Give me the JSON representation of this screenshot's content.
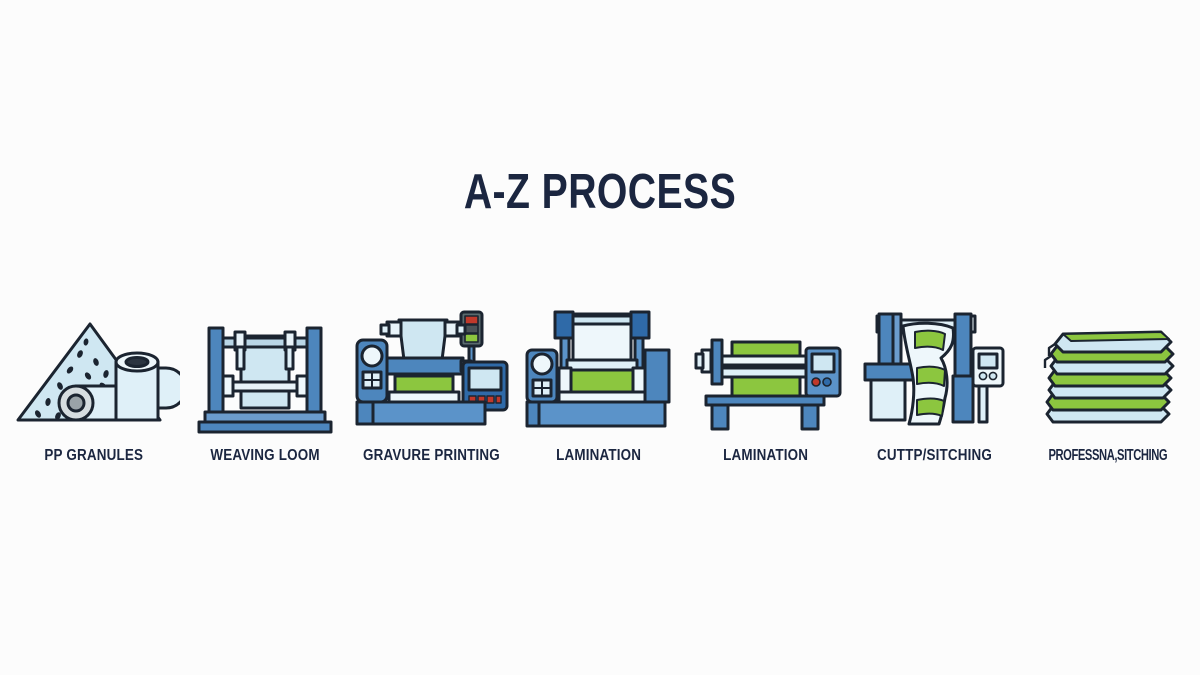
{
  "page": {
    "background_color": "#fcfcfc",
    "title": "A-Z PROCESS",
    "title_color": "#1b2640"
  },
  "palette": {
    "outline": "#1b2430",
    "dark_blue": "#2f6aa8",
    "mid_blue": "#4d86bd",
    "steel_blue": "#5b93c9",
    "pale_blue": "#c8e3f0",
    "light_blue": "#dff0f8",
    "green": "#8cc63f",
    "dark_green": "#6aab30",
    "grey": "#9aa3a8",
    "red": "#c0392b",
    "label_color": "#1b2640"
  },
  "process": {
    "steps": [
      {
        "index": 1,
        "label": "PP GRANULES",
        "icon": "pp-granules-icon"
      },
      {
        "index": 2,
        "label": "WEAVING LOOM",
        "icon": "weaving-loom-icon"
      },
      {
        "index": 3,
        "label": "GRAVURE PRINTING",
        "icon": "gravure-printing-icon"
      },
      {
        "index": 4,
        "label": "LAMINATION",
        "icon": "lamination-machine-icon"
      },
      {
        "index": 5,
        "label": "LAMINATION",
        "icon": "lamination-roller-icon"
      },
      {
        "index": 6,
        "label": "CUTTP/SITCHING",
        "icon": "cutting-stitching-icon"
      },
      {
        "index": 7,
        "label": "PROFESSNA,SITCHING",
        "icon": "stacked-bags-icon"
      }
    ]
  }
}
